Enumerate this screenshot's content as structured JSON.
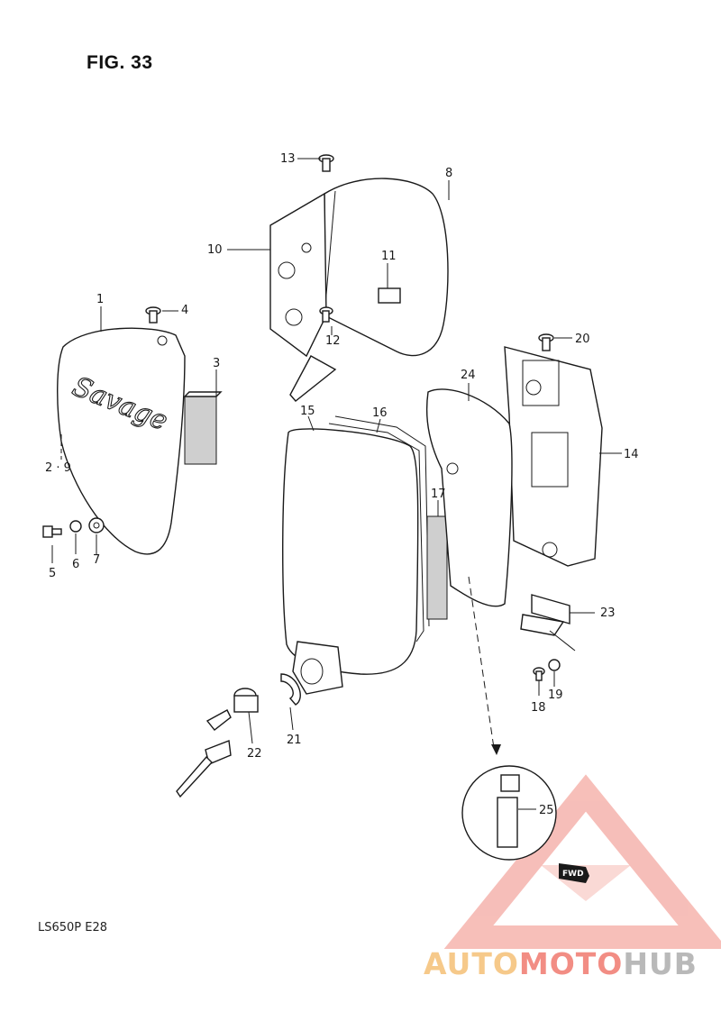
{
  "figure": {
    "title": "FIG. 33",
    "model": "LS650P  E28"
  },
  "badge": {
    "text": "Savage"
  },
  "fwd_label": "FWD",
  "callouts": {
    "c1": "1",
    "c2_9": "2 · 9",
    "c3": "3",
    "c4": "4",
    "c5": "5",
    "c6": "6",
    "c7": "7",
    "c8": "8",
    "c10": "10",
    "c11": "11",
    "c12": "12",
    "c13": "13",
    "c14": "14",
    "c15": "15",
    "c16": "16",
    "c17": "17",
    "c18": "18",
    "c19": "19",
    "c20": "20",
    "c21": "21",
    "c22": "22",
    "c23": "23",
    "c24": "24",
    "c25": "25"
  },
  "watermark": {
    "part1": "AUTO",
    "part2": "MOTO",
    "part3": "HUB",
    "colors": [
      "#f6c98a",
      "#f28d84",
      "#b9b9b9"
    ]
  }
}
